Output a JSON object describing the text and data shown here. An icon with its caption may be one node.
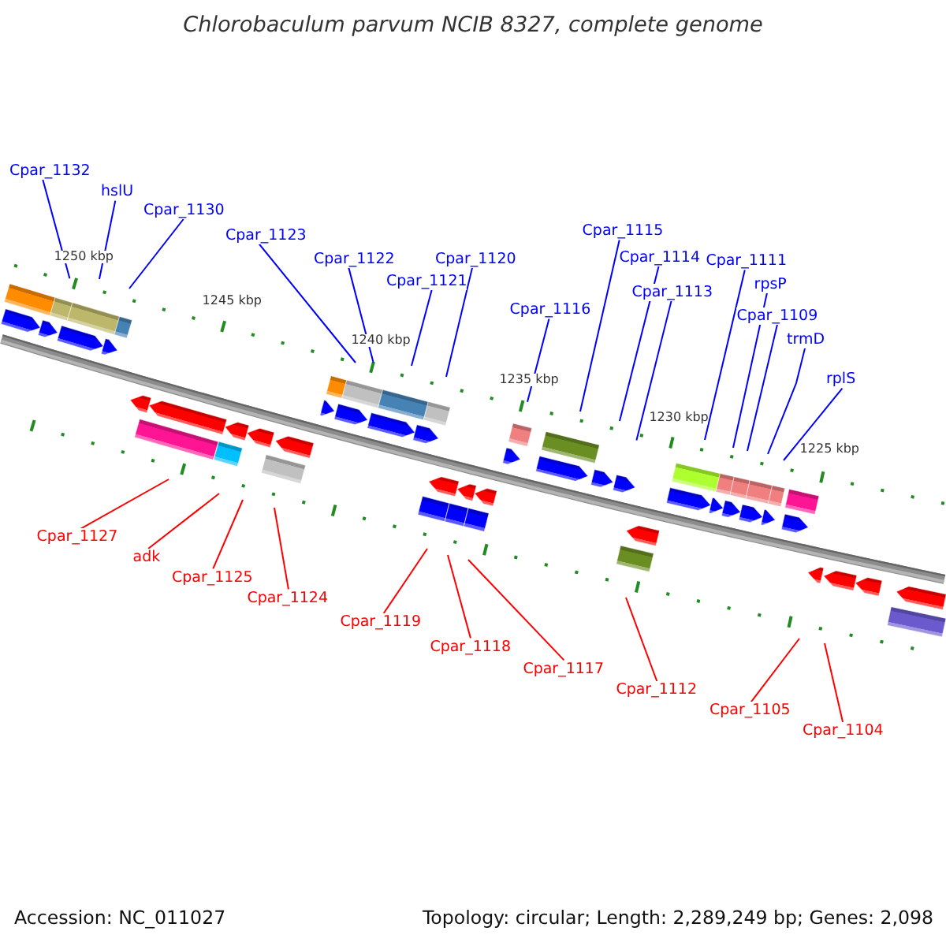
{
  "diagram": {
    "title": "Chlorobaculum parvum NCIB 8327, complete genome",
    "nodes": [
      {
        "text": [
          "Cpar_1132"
        ]
      },
      {
        "text": [
          "hslU"
        ]
      },
      {
        "text": [
          "Cpar_1130"
        ]
      },
      {
        "text": [
          "Cpar_1123"
        ]
      },
      {
        "text": [
          "Cpar_1122"
        ]
      },
      {
        "text": [
          "Cpar_1121"
        ]
      },
      {
        "text": [
          "Cpar_1120"
        ]
      },
      {
        "text": [
          "Cpar_1116"
        ]
      },
      {
        "text": [
          "Cpar_1115"
        ]
      },
      {
        "text": [
          "Cpar_1114"
        ]
      },
      {
        "text": [
          "Cpar_1113"
        ]
      },
      {
        "text": [
          "Cpar_1111"
        ]
      },
      {
        "text": [
          "rpsP"
        ]
      },
      {
        "text": [
          "Cpar_1109"
        ]
      },
      {
        "text": [
          "trmD"
        ]
      },
      {
        "text": [
          "rplS"
        ]
      },
      {
        "text": [
          "Cpar_1127"
        ]
      },
      {
        "text": [
          "adk"
        ]
      },
      {
        "text": [
          "Cpar_1125"
        ]
      },
      {
        "text": [
          "Cpar_1124"
        ]
      },
      {
        "text": [
          "Cpar_1119"
        ]
      },
      {
        "text": [
          "Cpar_1118"
        ]
      },
      {
        "text": [
          "Cpar_1117"
        ]
      },
      {
        "text": [
          "Cpar_1112"
        ]
      },
      {
        "text": [
          "Cpar_1105"
        ]
      },
      {
        "text": [
          "Cpar_1104"
        ]
      }
    ],
    "edges": [
      {
        "from": 0,
        "to": null,
        "arrow": "none"
      },
      {
        "from": 1,
        "to": null,
        "arrow": "none"
      },
      {
        "from": 2,
        "to": null,
        "arrow": "none"
      },
      {
        "from": 3,
        "to": null,
        "arrow": "none"
      },
      {
        "from": 4,
        "to": null,
        "arrow": "none"
      },
      {
        "from": 5,
        "to": null,
        "arrow": "none"
      },
      {
        "from": 6,
        "to": null,
        "arrow": "none"
      },
      {
        "from": 7,
        "to": null,
        "arrow": "none"
      },
      {
        "from": 8,
        "to": null,
        "arrow": "none"
      },
      {
        "from": 9,
        "to": null,
        "arrow": "none"
      },
      {
        "from": 10,
        "to": null,
        "arrow": "none"
      },
      {
        "from": 11,
        "to": null,
        "arrow": "none"
      },
      {
        "from": 12,
        "to": null,
        "arrow": "none"
      },
      {
        "from": 13,
        "to": null,
        "arrow": "none"
      },
      {
        "from": 14,
        "to": null,
        "arrow": "none"
      },
      {
        "from": 15,
        "to": null,
        "arrow": "none"
      },
      {
        "from": 16,
        "to": null,
        "arrow": "none",
        "color": "#ff0000"
      },
      {
        "from": 17,
        "to": null,
        "arrow": "none",
        "color": "#ff0000"
      },
      {
        "from": 18,
        "to": null,
        "arrow": "none",
        "color": "#ff0000"
      },
      {
        "from": 19,
        "to": null,
        "arrow": "none",
        "color": "#ff0000"
      },
      {
        "from": 20,
        "to": null,
        "arrow": "none",
        "color": "#ff0000"
      },
      {
        "from": 21,
        "to": null,
        "arrow": "none",
        "color": "#ff0000"
      },
      {
        "from": 22,
        "to": null,
        "arrow": "none",
        "color": "#ff0000"
      },
      {
        "from": 23,
        "to": null,
        "arrow": "none",
        "color": "#ff0000"
      },
      {
        "from": 24,
        "to": null,
        "arrow": "none",
        "color": "#ff0000"
      },
      {
        "from": 25,
        "to": null,
        "arrow": "none",
        "color": "#ff0000"
      }
    ],
    "labels": [
      "1250 kbp",
      "1245 kbp",
      "1240 kbp",
      "1235 kbp",
      "1230 kbp",
      "1225 kbp",
      "Accession: NC_011027",
      "Topology: circular; Length: 2,289,249 bp; Genes: 2,098"
    ]
  }
}
